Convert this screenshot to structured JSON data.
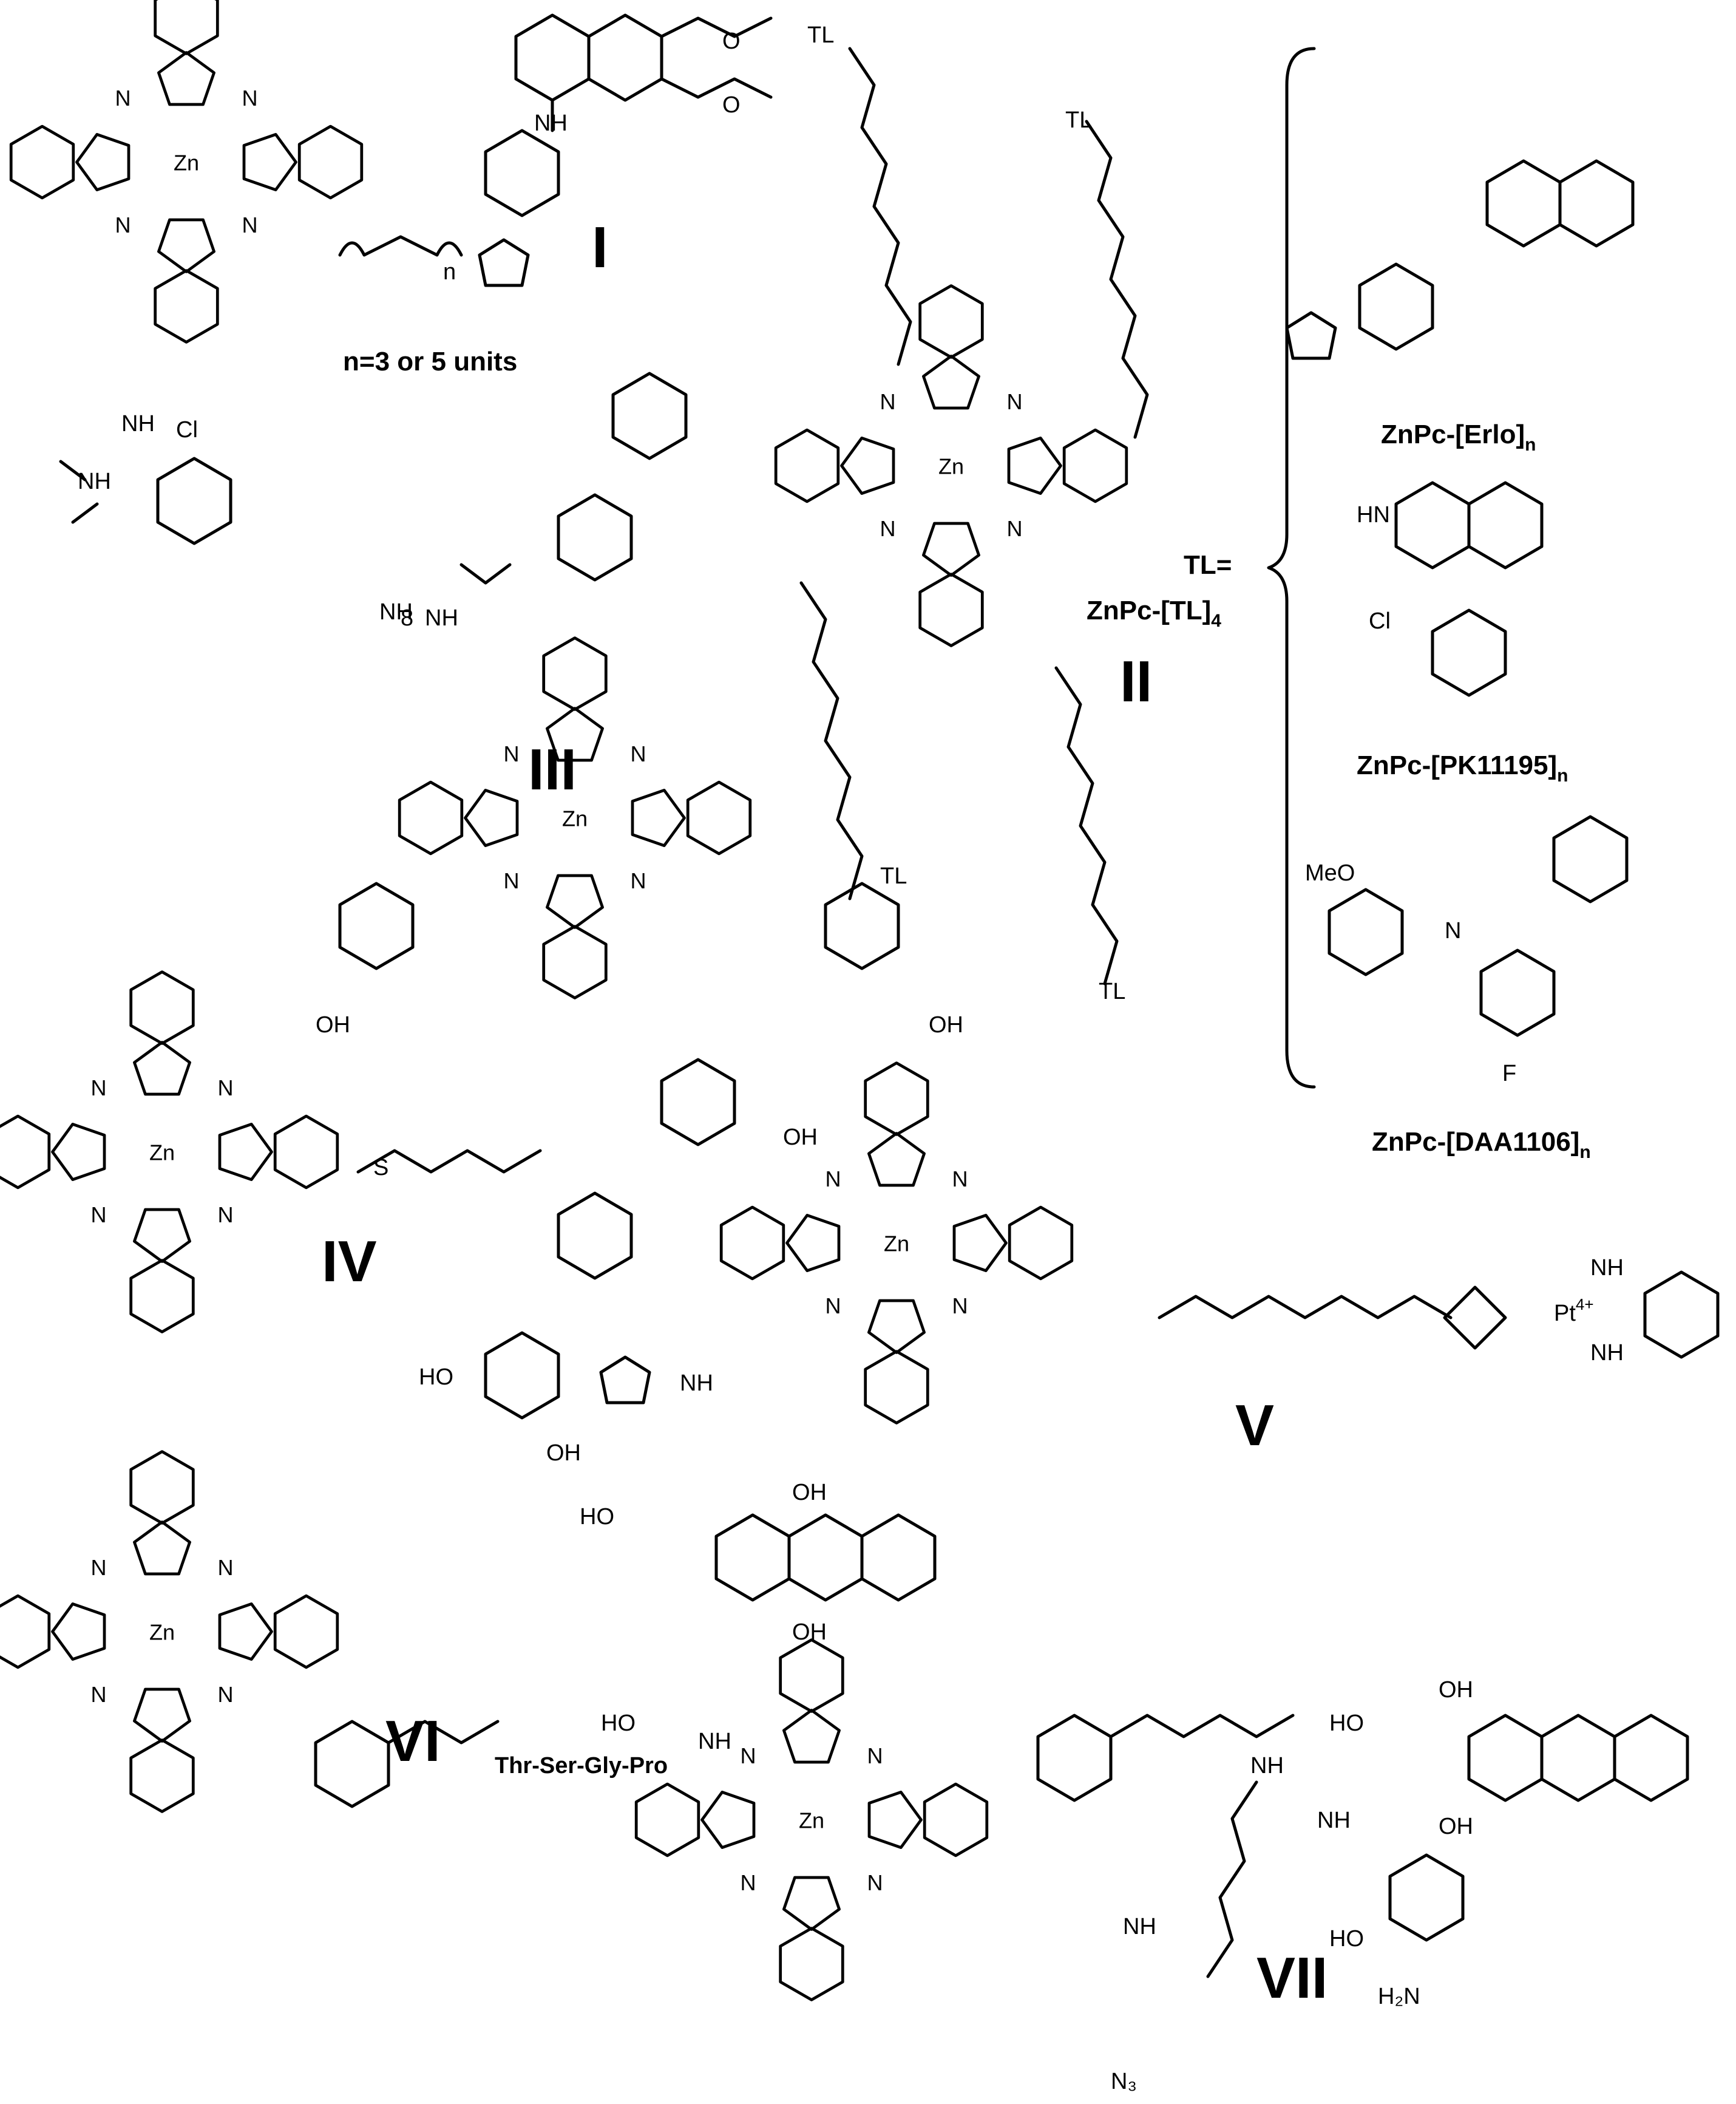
{
  "compound_labels": {
    "I": "I",
    "II": "II",
    "III": "III",
    "IV": "IV",
    "V": "V",
    "VI": "VI",
    "VII": "VII"
  },
  "notes": {
    "units": "n=3 or 5 units",
    "tl_eq": "TL="
  },
  "captions": {
    "znpc_tl4": {
      "main": "ZnPc-[TL]",
      "sub": "4"
    },
    "znpc_erlo": {
      "main": "ZnPc-[Erlo]",
      "sub": "n"
    },
    "znpc_pk": {
      "main": "ZnPc-[PK11195]",
      "sub": "n"
    },
    "znpc_daa": {
      "main": "ZnPc-[DAA1106]",
      "sub": "n"
    }
  },
  "peptide": "Thr-Ser-Gly-Pro",
  "atoms": {
    "zn": "Zn",
    "n": "N",
    "o": "O",
    "nh": "NH",
    "hn": "HN",
    "h": "H",
    "oh": "OH",
    "ho": "HO",
    "cl": "Cl",
    "f": "F",
    "meo": "MeO",
    "tl": "TL",
    "s": "S",
    "pt": "Pt",
    "pt_charge": "4+",
    "nh2": "NH",
    "h2n": "H₂N",
    "n3": "N₃",
    "n_sub": "n",
    "eight": "8"
  }
}
